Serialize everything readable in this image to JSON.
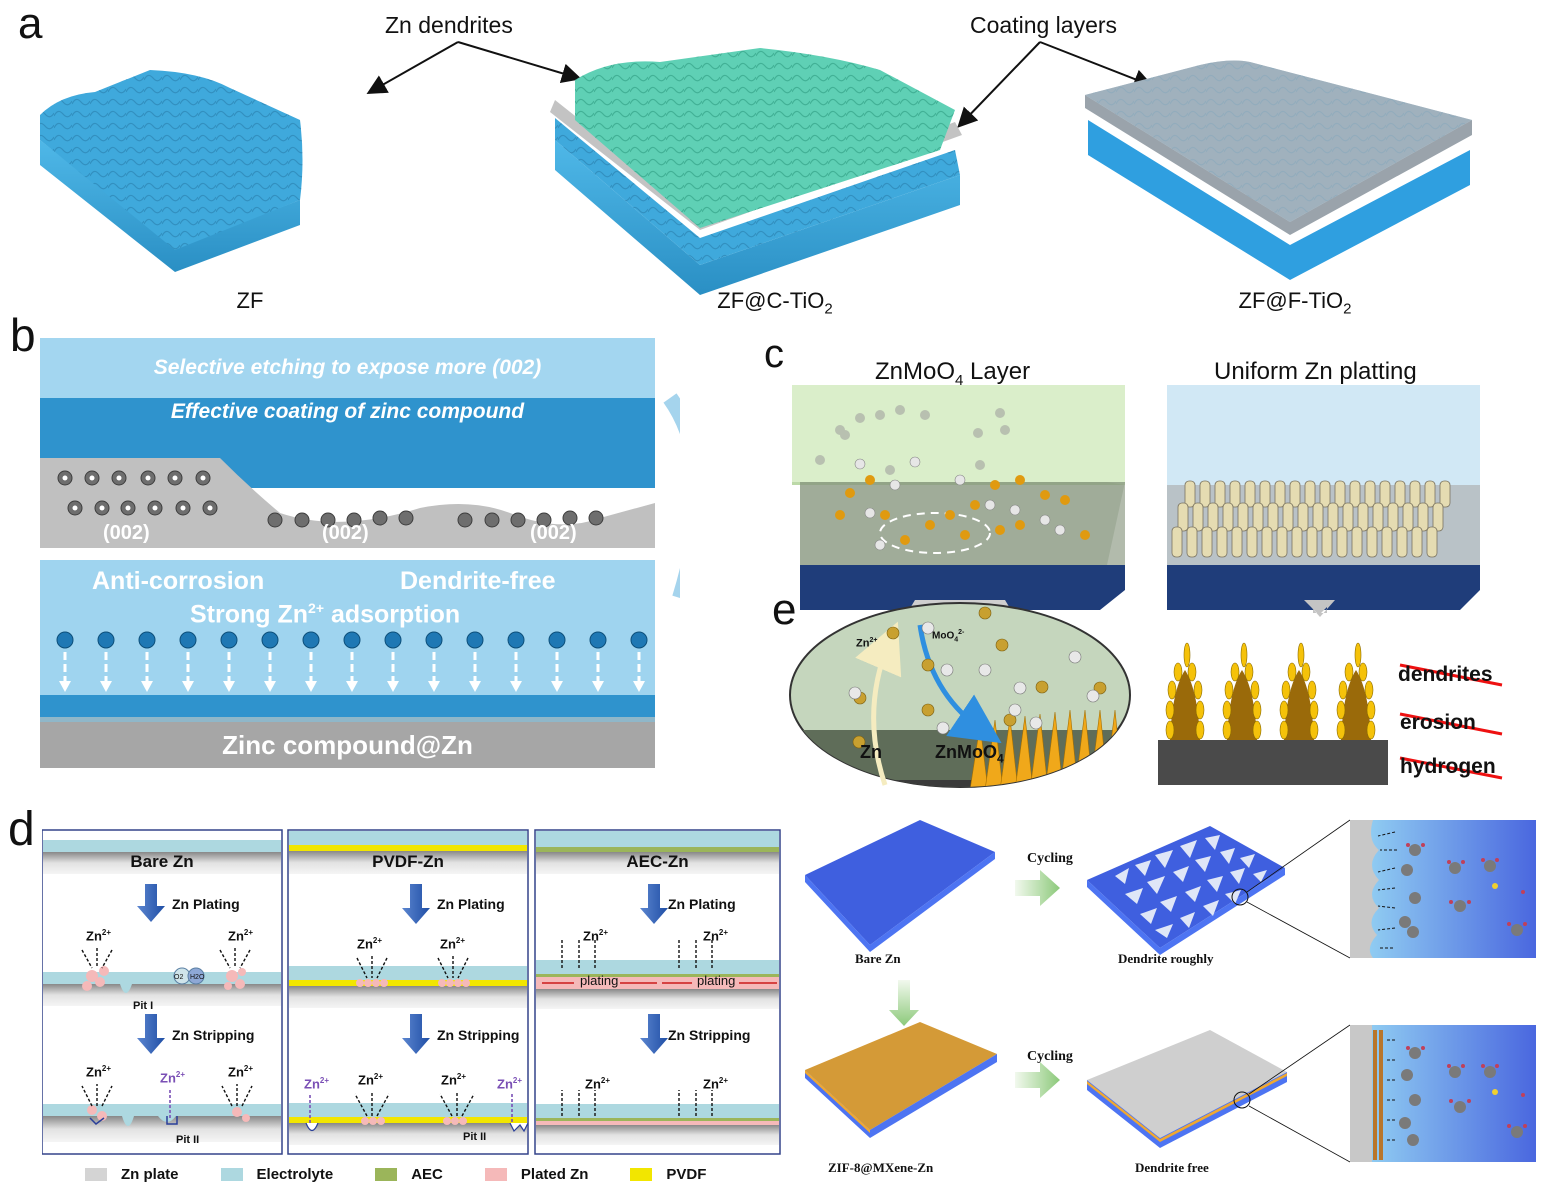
{
  "panels": {
    "a": {
      "label": "a",
      "callouts": {
        "dendrites": "Zn dendrites",
        "coating": "Coating layers"
      },
      "samples": [
        {
          "name": "ZF",
          "sub": ""
        },
        {
          "name": "ZF@C-TiO",
          "sub": "2"
        },
        {
          "name": "ZF@F-TiO",
          "sub": "2"
        }
      ]
    },
    "b": {
      "label": "b",
      "top_banner": "Selective etching to expose more (002)",
      "coating_text": "Effective coating of zinc compound",
      "facet_labels": [
        "(002)",
        "(002)",
        "(002)"
      ],
      "benefit_left": "Anti-corrosion",
      "benefit_right": "Dendrite-free",
      "adsorption_prefix": "Strong Zn",
      "adsorption_sup": "2+",
      "adsorption_suffix": " adsorption",
      "bottom_label": "Zinc compound@Zn"
    },
    "c": {
      "label": "c",
      "left_title_prefix": "ZnMoO",
      "left_title_sub": "4",
      "left_title_suffix": " Layer",
      "right_title": "Uniform Zn platting"
    },
    "e": {
      "label": "e",
      "ion_zn": "Zn",
      "ion_zn_sup": "2+",
      "ion_mo": "MoO",
      "ion_mo_sub": "4",
      "ion_mo_sup": "2-",
      "zn_label": "Zn",
      "znmoo_label": "ZnMoO",
      "znmoo_sub": "4",
      "suppressed": [
        "dendrites",
        "erosion",
        "hydrogen"
      ]
    },
    "d": {
      "label": "d",
      "columns": [
        {
          "title": "Bare Zn",
          "plating": "Zn Plating",
          "stripping": "Zn Stripping",
          "pit1": "Pit I",
          "pit2": "Pit II",
          "o2": "O2",
          "h2o": "H2O"
        },
        {
          "title": "PVDF-Zn",
          "plating": "Zn Plating",
          "stripping": "Zn Stripping",
          "pit2": "Pit II"
        },
        {
          "title": "AEC-Zn",
          "plating": "Zn Plating",
          "stripping": "Zn Stripping",
          "plating_word": "plating"
        }
      ],
      "ion": "Zn",
      "ion_sup": "2+",
      "legend": [
        {
          "label": "Zn plate",
          "color": "#d4d4d4"
        },
        {
          "label": "Electrolyte",
          "color": "#add8e0"
        },
        {
          "label": "AEC",
          "color": "#9bb55a"
        },
        {
          "label": "Plated Zn",
          "color": "#f5b9b9"
        },
        {
          "label": "PVDF",
          "color": "#f2e600"
        }
      ]
    },
    "f": {
      "bare_label": "Bare Zn",
      "rough_label": "Dendrite roughly",
      "coated_label": "ZIF-8@MXene-Zn",
      "free_label": "Dendrite free",
      "cycling": "Cycling"
    }
  },
  "colors": {
    "zn_blue": "#3fa9dc",
    "teal": "#5fd0b5",
    "coating_gray": "#a9a9a9",
    "b_light": "#9fd4ef",
    "b_dark": "#2f96cf",
    "b_gray": "#bfbfbf",
    "plate_blue": "#3f5fdf",
    "zif_orange": "#d49a37"
  }
}
